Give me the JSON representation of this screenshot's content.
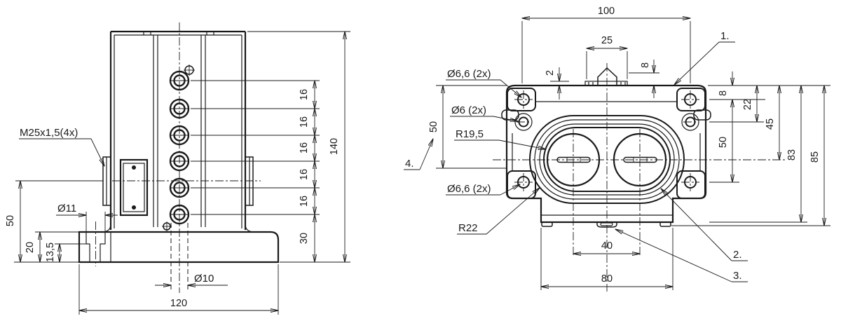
{
  "drawing_type": "2-view mechanical part drawing",
  "colors": {
    "background": "#ffffff",
    "line": "#1a1a1a"
  },
  "front_view": {
    "labels": {
      "thread": "M25x1,5(4x)",
      "d11": "Ø11",
      "d10": "Ø10"
    },
    "dims": {
      "h140": "140",
      "p16": "16",
      "b30": "30",
      "w120": "120",
      "l50": "50",
      "l20": "20",
      "l135": "13,5"
    }
  },
  "top_view": {
    "labels": {
      "d66t": "Ø6,6 (2x)",
      "d6": "Ø6 (2x)",
      "r195": "R19,5",
      "d66b": "Ø6,6 (2x)",
      "r22": "R22"
    },
    "dims": {
      "w100": "100",
      "t25": "25",
      "t8": "8",
      "t2": "2",
      "r8": "8",
      "r22": "22",
      "r45": "45",
      "r50": "50",
      "r83": "83",
      "r85": "85",
      "l50": "50",
      "c40": "40",
      "b80": "80"
    },
    "callouts": {
      "c1": "1.",
      "c2": "2.",
      "c3": "3.",
      "c4": "4."
    }
  }
}
